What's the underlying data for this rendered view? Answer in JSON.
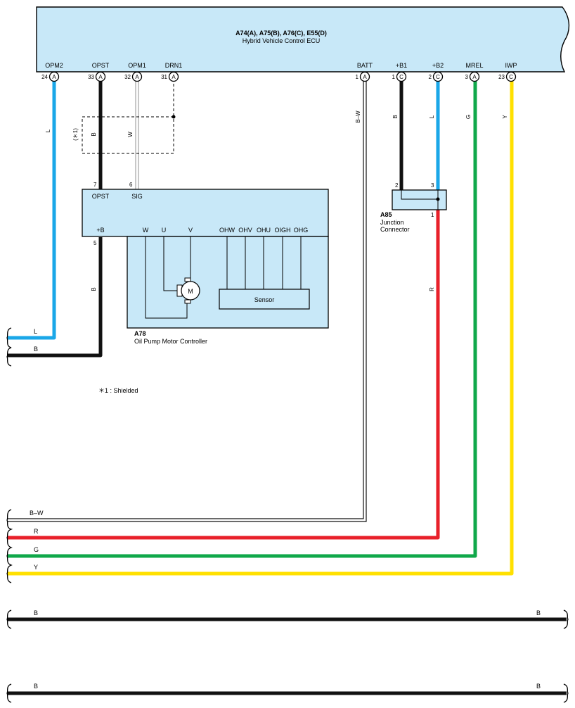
{
  "ecu": {
    "ids": "A74(A), A75(B), A76(C), E55(D)",
    "name": "Hybrid Vehicle Control ECU",
    "terminals": [
      {
        "label": "OPM2",
        "num": "24",
        "conn": "A"
      },
      {
        "label": "OPST",
        "num": "33",
        "conn": "A"
      },
      {
        "label": "OPM1",
        "num": "32",
        "conn": "A"
      },
      {
        "label": "DRN1",
        "num": "31",
        "conn": "A"
      },
      {
        "label": "BATT",
        "num": "1",
        "conn": "A"
      },
      {
        "label": "+B1",
        "num": "1",
        "conn": "C"
      },
      {
        "label": "+B2",
        "num": "2",
        "conn": "C"
      },
      {
        "label": "MREL",
        "num": "3",
        "conn": "A"
      },
      {
        "label": "IWP",
        "num": "23",
        "conn": "C"
      }
    ]
  },
  "wire_colors": {
    "L": "#1aa7e8",
    "B": "#111111",
    "R": "#e8202a",
    "G": "#10a84a",
    "Y": "#ffe000",
    "BW": "#ffffff",
    "W": "#ffffff"
  },
  "wire_labels": {
    "opm2": "L",
    "opst": "B",
    "opm1": "W",
    "shield": "B",
    "batt": "B–W",
    "b1": "B",
    "b2": "L",
    "mrel": "G",
    "iwp": "Y",
    "junction_out": "R",
    "motor_b": "B"
  },
  "shield_marker": "(＊1)",
  "controller": {
    "id": "A78",
    "name": "Oil Pump Motor Controller",
    "top_pins": [
      {
        "label": "OPST",
        "num": "7"
      },
      {
        "label": "SIG",
        "num": "6"
      }
    ],
    "plus_b_label": "+B",
    "plus_b_num": "5",
    "motor_pins": [
      "W",
      "U",
      "V"
    ],
    "motor_label": "M",
    "sensor_pins": [
      "OHW",
      "OHV",
      "OHU",
      "OIGH",
      "OHG"
    ],
    "sensor_label": "Sensor"
  },
  "junction": {
    "id": "A85",
    "name_line1": "Junction",
    "name_line2": "Connector",
    "pin_left": "2",
    "pin_right": "3",
    "pin_bottom": "1"
  },
  "note": "＊1 : Shielded",
  "left_outputs": {
    "l": "L",
    "b": "B",
    "bw": "B–W",
    "r": "R",
    "g": "G",
    "y": "Y"
  },
  "ground_buses": [
    {
      "left": "B",
      "right": "B"
    },
    {
      "left": "B",
      "right": "B"
    }
  ]
}
